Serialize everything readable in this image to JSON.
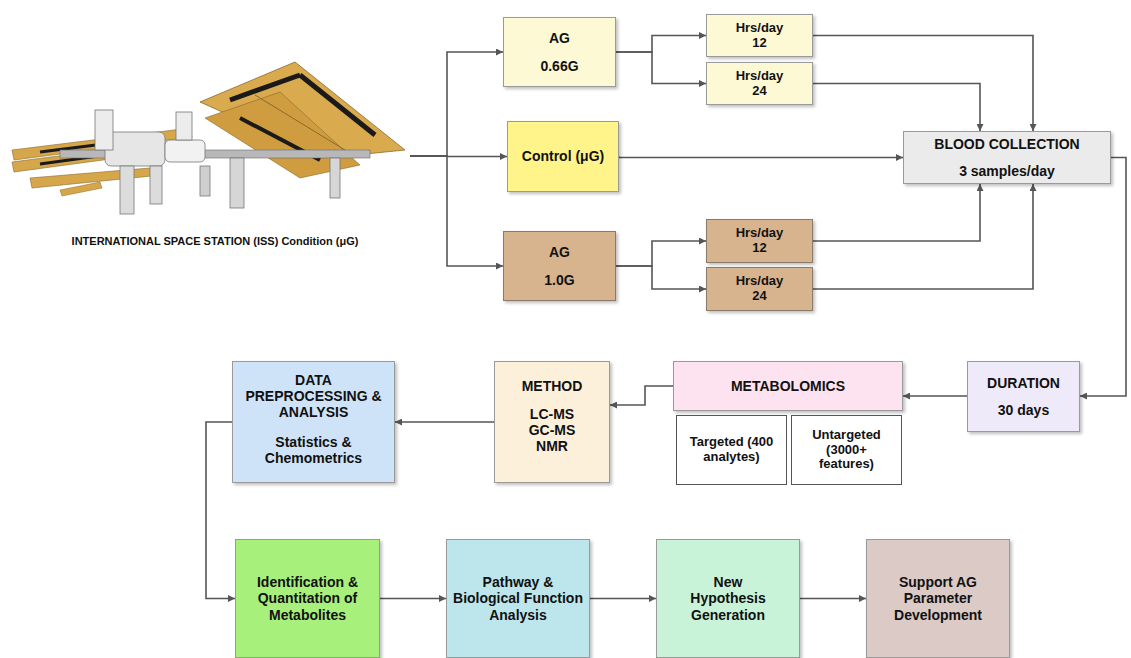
{
  "diagram": {
    "nodes": [
      {
        "text": [
          "INTERNATIONAL SPACE STATION (ISS) Condition (μG)"
        ]
      },
      {
        "text": [
          "AG",
          "0.66G"
        ]
      },
      {
        "text": [
          "Hrs/day 12"
        ]
      },
      {
        "text": [
          "Hrs/day 24"
        ]
      },
      {
        "text": [
          "Control (μG)"
        ]
      },
      {
        "text": [
          "BLOOD COLLECTION",
          "3 samples/day"
        ]
      },
      {
        "text": [
          "AG",
          "1.0G"
        ]
      },
      {
        "text": [
          "Hrs/day 12"
        ]
      },
      {
        "text": [
          "Hrs/day 24"
        ]
      },
      {
        "text": [
          "DURATION",
          "30 days"
        ]
      },
      {
        "text": [
          "METABOLOMICS"
        ]
      },
      {
        "text": [
          "Targeted (400 analytes)"
        ]
      },
      {
        "text": [
          "Untargeted (3000+ features)"
        ]
      },
      {
        "text": [
          "METHOD",
          "LC-MS GC-MS NMR"
        ]
      },
      {
        "text": [
          "DATA PREPROCESSING & ANALYSIS",
          "Statistics & Chemometrics"
        ]
      },
      {
        "text": [
          "Identification & Quantitation of Metabolites"
        ]
      },
      {
        "text": [
          "Pathway & Biological Function Analysis"
        ]
      },
      {
        "text": [
          "New Hypothesis Generation"
        ]
      },
      {
        "text": [
          "Support AG Parameter Development"
        ]
      }
    ],
    "edges": [
      {
        "from": 0,
        "to": 1,
        "arrow": "to"
      },
      {
        "from": 0,
        "to": 4,
        "arrow": "to"
      },
      {
        "from": 0,
        "to": 6,
        "arrow": "to"
      },
      {
        "from": 1,
        "to": 2,
        "arrow": "to"
      },
      {
        "from": 1,
        "to": 3,
        "arrow": "to"
      },
      {
        "from": 6,
        "to": 7,
        "arrow": "to"
      },
      {
        "from": 6,
        "to": 8,
        "arrow": "to"
      },
      {
        "from": 2,
        "to": 5,
        "arrow": "to"
      },
      {
        "from": 3,
        "to": 5,
        "arrow": "to"
      },
      {
        "from": 4,
        "to": 5,
        "arrow": "to"
      },
      {
        "from": 7,
        "to": 5,
        "arrow": "to"
      },
      {
        "from": 8,
        "to": 5,
        "arrow": "to"
      },
      {
        "from": 5,
        "to": 9,
        "arrow": "to"
      },
      {
        "from": 9,
        "to": 10,
        "arrow": "to"
      },
      {
        "from": 10,
        "to": 13,
        "arrow": "to"
      },
      {
        "from": 13,
        "to": 14,
        "arrow": "to"
      },
      {
        "from": 14,
        "to": 15,
        "arrow": "to"
      },
      {
        "from": 15,
        "to": 16,
        "arrow": "to"
      },
      {
        "from": 16,
        "to": 17,
        "arrow": "to"
      },
      {
        "from": 17,
        "to": 18,
        "arrow": "to"
      }
    ]
  }
}
